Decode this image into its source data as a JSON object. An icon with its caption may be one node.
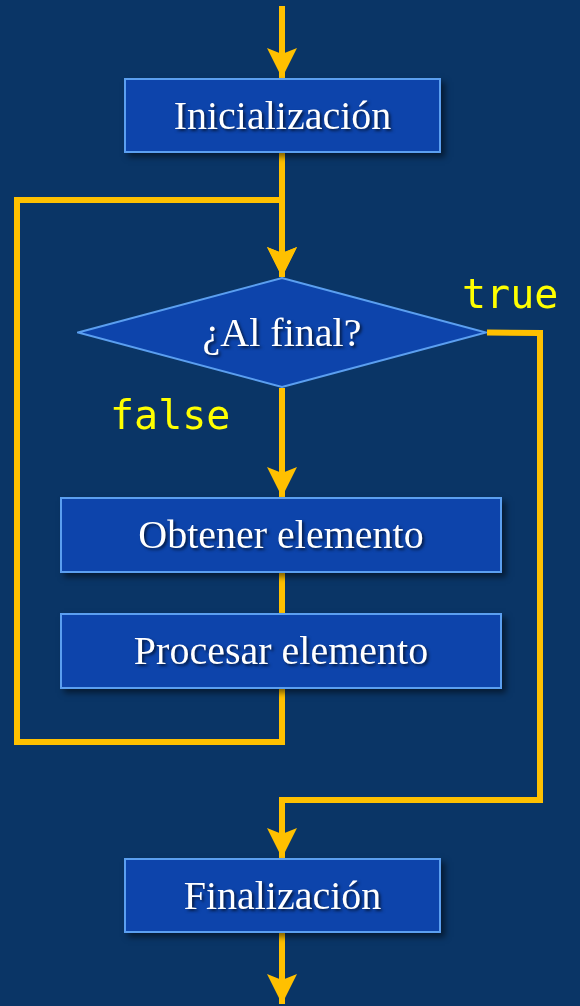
{
  "diagram": {
    "nodes": [
      {
        "text": [
          "Inicialización"
        ]
      },
      {
        "text": [
          "¿Al final?"
        ]
      },
      {
        "text": [
          "Obtener elemento"
        ]
      },
      {
        "text": [
          "Procesar elemento"
        ]
      },
      {
        "text": [
          "Finalización"
        ]
      }
    ],
    "edges": [
      {
        "from": null,
        "to": 0,
        "arrow": "to"
      },
      {
        "from": 0,
        "to": 1,
        "arrow": "to"
      },
      {
        "from": 3,
        "to": 1,
        "arrow": "to"
      },
      {
        "from": 1,
        "to": 2,
        "arrow": "to",
        "label": "false"
      },
      {
        "from": 2,
        "to": 3,
        "arrow": "none"
      },
      {
        "from": 1,
        "to": 4,
        "arrow": "to",
        "label": "true"
      },
      {
        "from": 4,
        "to": null,
        "arrow": "to"
      }
    ]
  }
}
